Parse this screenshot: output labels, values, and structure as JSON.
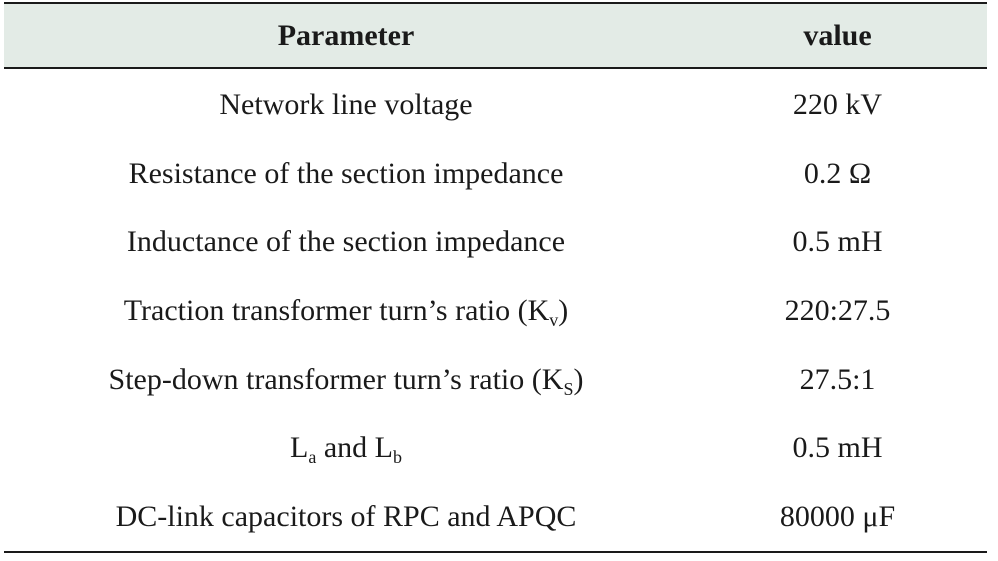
{
  "table": {
    "headers": [
      "Parameter",
      "value"
    ],
    "rows": [
      {
        "param": "Network line voltage",
        "value": "220 kV"
      },
      {
        "param": "Resistance of the section impedance",
        "value": "0.2 Ω"
      },
      {
        "param": "Inductance of the section impedance",
        "value": "0.5 mH"
      },
      {
        "param_text": "Traction transformer turn’s ratio (K",
        "param_sub": "v",
        "param_tail": ")",
        "value": "220:27.5"
      },
      {
        "param_text": "Step-down transformer turn’s ratio (K",
        "param_sub": "S",
        "param_tail": ")",
        "value": "27.5:1"
      },
      {
        "param_a": "L",
        "param_a_sub": "a",
        "param_mid": " and L",
        "param_b_sub": "b",
        "value": "0.5 mH"
      },
      {
        "param": "DC-link capacitors of RPC and APQC",
        "value": "80000 μF"
      }
    ]
  }
}
